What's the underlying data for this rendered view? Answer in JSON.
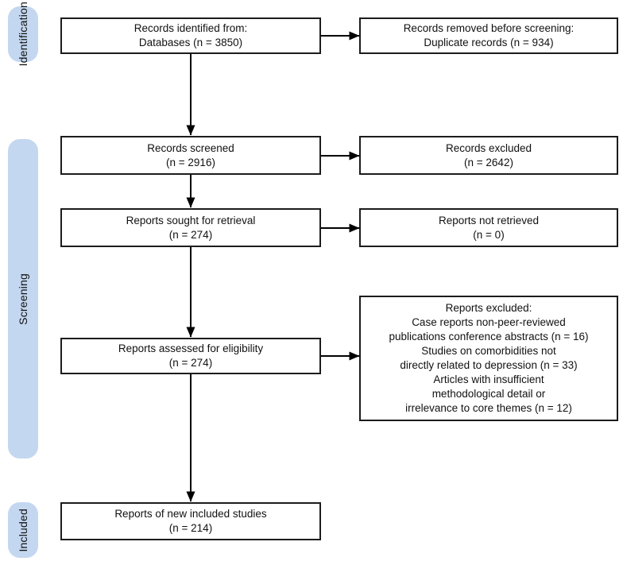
{
  "sidebar": {
    "identification": "Identification",
    "screening": "Screening",
    "included": "Included"
  },
  "flow": {
    "records_identified": "Records identified from:\nDatabases (n = 3850)",
    "records_removed": "Records removed before screening:\nDuplicate records (n = 934)",
    "records_screened": "Records screened\n(n = 2916)",
    "records_excluded": "Records excluded\n(n = 2642)",
    "reports_sought": "Reports sought for retrieval\n(n = 274)",
    "reports_not_retrieved": "Reports not retrieved\n(n = 0)",
    "reports_assessed": "Reports assessed for eligibility\n(n = 274)",
    "reports_excluded": "Reports excluded:\nCase reports non-peer-reviewed\npublications conference abstracts (n = 16)\nStudies on comorbidities not\ndirectly related to depression (n = 33)\nArticles with insufficient\nmethodological detail or\nirrelevance to core themes (n = 12)",
    "new_included": "Reports of new included studies\n(n = 214)"
  },
  "colors": {
    "stage_fill": "#c4d7f0",
    "box_border": "#1c1c1c",
    "arrow": "#000000",
    "text": "#111111"
  }
}
